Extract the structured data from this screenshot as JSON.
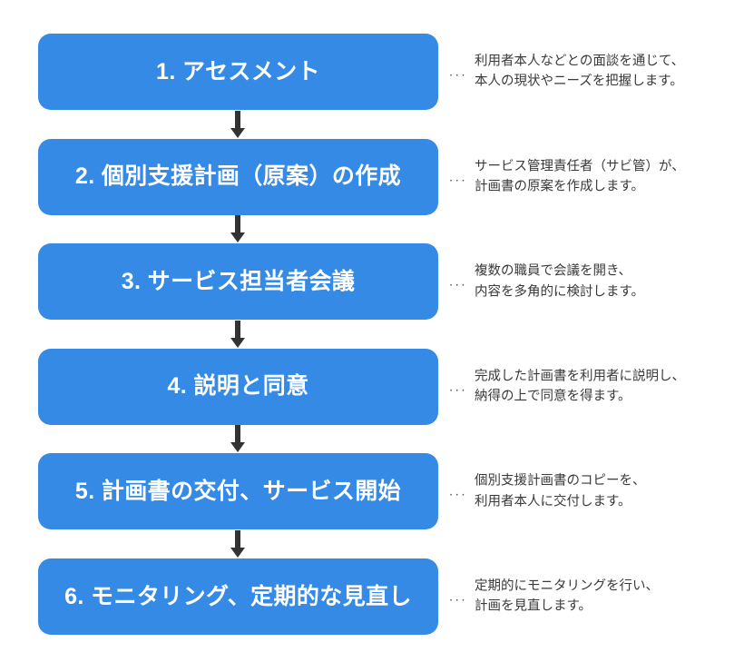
{
  "diagram": {
    "type": "flowchart",
    "orientation": "vertical",
    "box_color": "#358AE5",
    "box_text_color": "#FFFFFF",
    "arrow_color": "#333333",
    "note_text_color": "#3A3A3A",
    "background_color": "#FFFFFF",
    "leader_dots": "...",
    "steps": [
      {
        "number": "1",
        "label": "1. アセスメント",
        "note_lines": [
          "利用者本人などとの面談を通じて、",
          "本人の現状やニーズを把握します。"
        ]
      },
      {
        "number": "2",
        "label": "2. 個別支援計画（原案）の作成",
        "note_lines": [
          "サービス管理責任者（サビ管）が、",
          "計画書の原案を作成します。"
        ]
      },
      {
        "number": "3",
        "label": "3. サービス担当者会議",
        "note_lines": [
          "複数の職員で会議を開き、",
          "内容を多角的に検討します。"
        ]
      },
      {
        "number": "4",
        "label": "4. 説明と同意",
        "note_lines": [
          "完成した計画書を利用者に説明し、",
          "納得の上で同意を得ます。"
        ]
      },
      {
        "number": "5",
        "label": "5. 計画書の交付、サービス開始",
        "note_lines": [
          "個別支援計画書のコピーを、",
          "利用者本人に交付します。"
        ]
      },
      {
        "number": "6",
        "label": "6. モニタリング、定期的な見直し",
        "note_lines": [
          "定期的にモニタリングを行い、",
          "計画を見直します。"
        ]
      }
    ]
  }
}
